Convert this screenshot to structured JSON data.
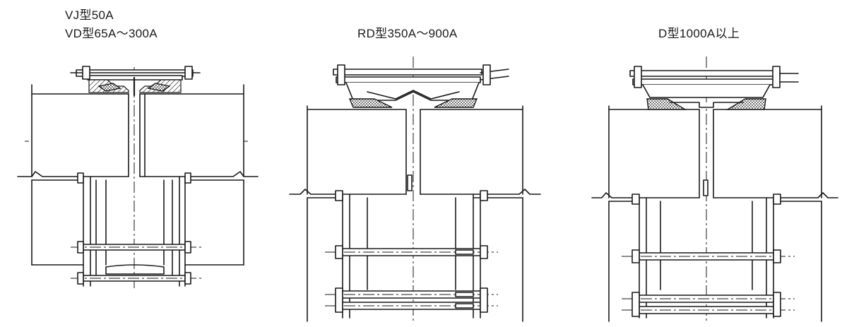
{
  "captions": {
    "vj": "VJ型50A",
    "vd": "VD型65A～300A",
    "rd": "RD型350A～900A",
    "d": "D型1000A以上"
  }
}
